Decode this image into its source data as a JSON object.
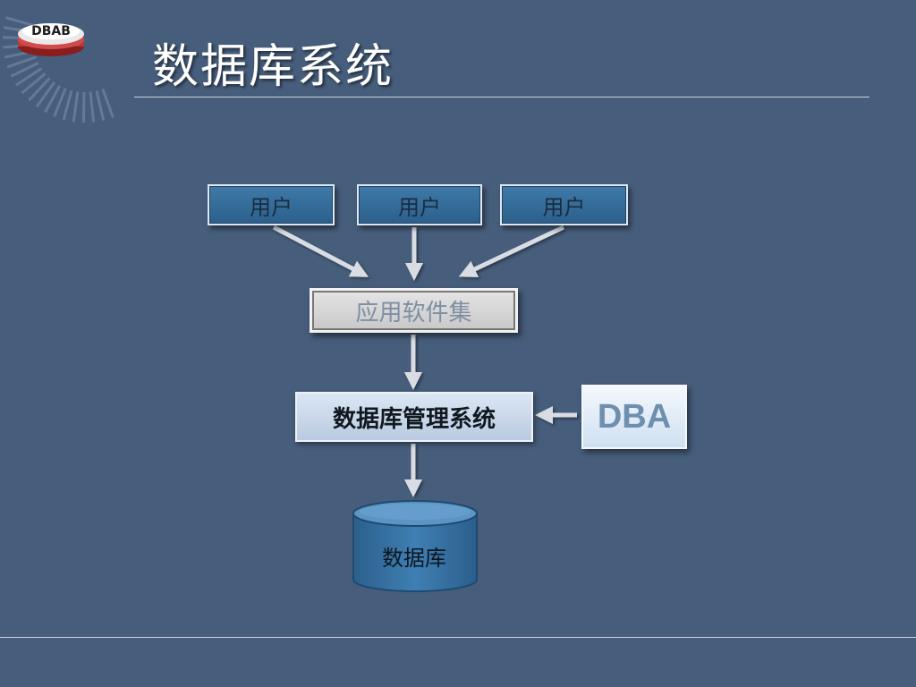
{
  "logo": {
    "text": "DBAB"
  },
  "slide": {
    "title": "数据库系统"
  },
  "diagram": {
    "users": [
      "用户",
      "用户",
      "用户"
    ],
    "app": "应用软件集",
    "dbms": "数据库管理系统",
    "dba": "DBA",
    "database": "数据库"
  },
  "colors": {
    "background": "#465d7b",
    "user_box": "#3e7aa8",
    "database_cylinder": "#3a74a4",
    "arrow": "#d9dde3"
  }
}
